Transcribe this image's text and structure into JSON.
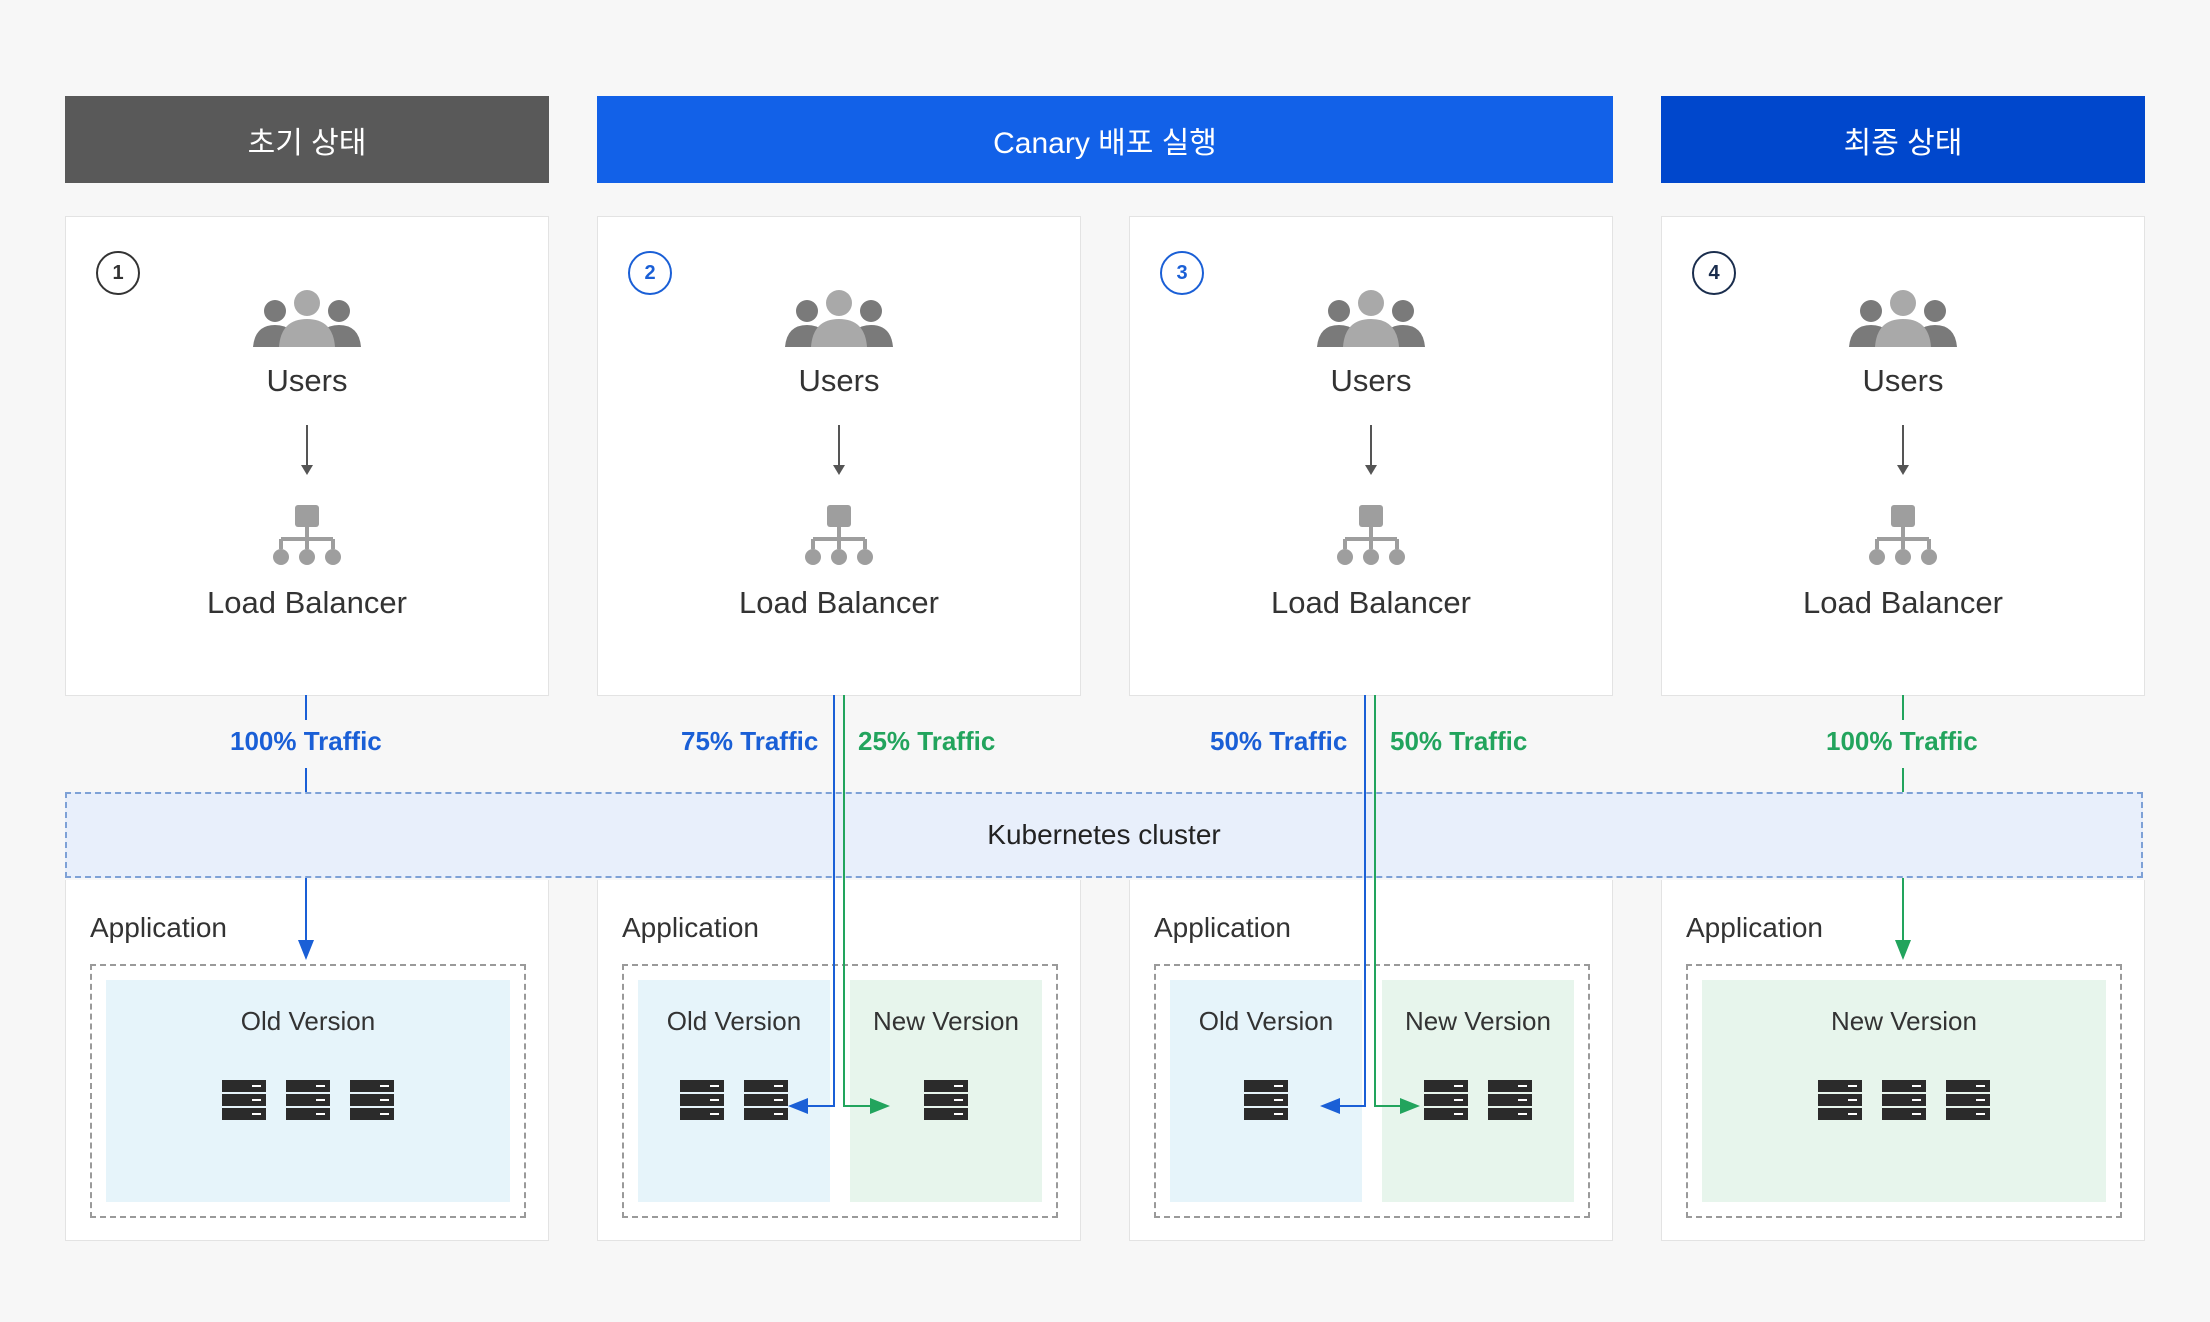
{
  "headers": [
    {
      "label": "초기 상태",
      "color": "#595959"
    },
    {
      "label": "Canary 배포 실행",
      "color": "#1261e8"
    },
    {
      "label": "최종 상태",
      "color": "#0047cc"
    }
  ],
  "stages": [
    {
      "number": "1",
      "users_label": "Users",
      "lb_label": "Load Balancer",
      "app_label": "Application",
      "zones": [
        {
          "label": "Old Version",
          "kind": "old",
          "servers": 3
        }
      ]
    },
    {
      "number": "2",
      "users_label": "Users",
      "lb_label": "Load Balancer",
      "app_label": "Application",
      "zones": [
        {
          "label": "Old Version",
          "kind": "old",
          "servers": 2
        },
        {
          "label": "New Version",
          "kind": "new",
          "servers": 1
        }
      ]
    },
    {
      "number": "3",
      "users_label": "Users",
      "lb_label": "Load Balancer",
      "app_label": "Application",
      "zones": [
        {
          "label": "Old Version",
          "kind": "old",
          "servers": 1
        },
        {
          "label": "New Version",
          "kind": "new",
          "servers": 2
        }
      ]
    },
    {
      "number": "4",
      "users_label": "Users",
      "lb_label": "Load Balancer",
      "app_label": "Application",
      "zones": [
        {
          "label": "New Version",
          "kind": "new",
          "servers": 3
        }
      ]
    }
  ],
  "traffic": {
    "s1_old": "100% Traffic",
    "s2_old": "75% Traffic",
    "s2_new": "25% Traffic",
    "s3_old": "50% Traffic",
    "s3_new": "50% Traffic",
    "s4_new": "100% Traffic"
  },
  "cluster_label": "Kubernetes cluster",
  "colors": {
    "old_traffic": "#1a5fd6",
    "new_traffic": "#22a45d",
    "old_zone": "#e6f4fa",
    "new_zone": "#e7f5ec"
  },
  "icons": [
    "users-icon",
    "load-balancer-icon",
    "server-icon",
    "arrow-down-icon"
  ]
}
